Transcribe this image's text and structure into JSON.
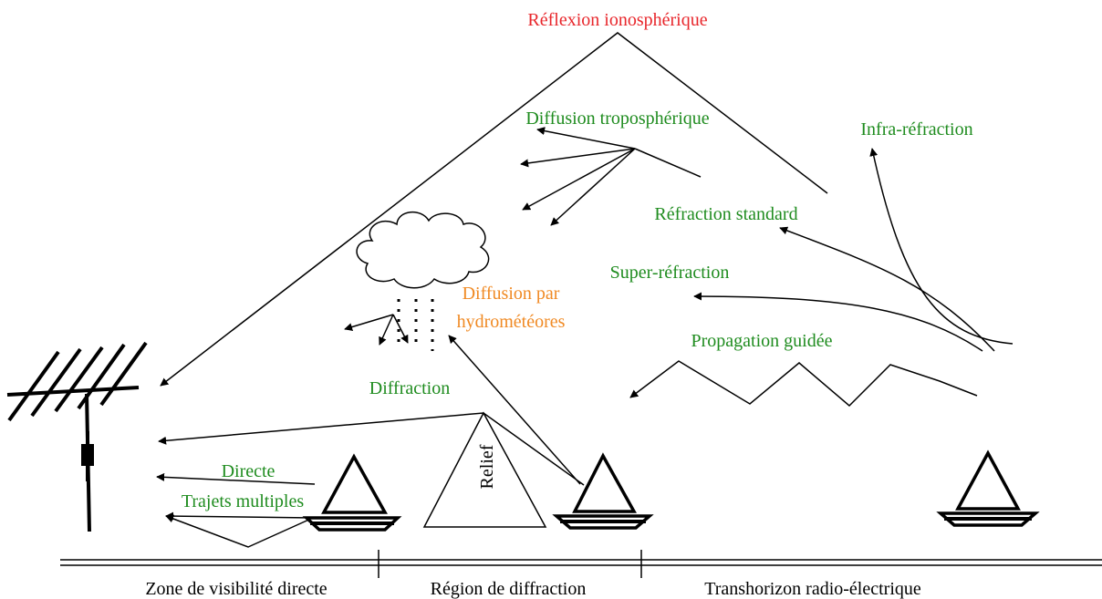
{
  "colors": {
    "ionospheric": "#e8262b",
    "green_label": "#1f8c1f",
    "orange_label": "#f08a24",
    "lines": "#000000"
  },
  "labels": {
    "ionospheric_reflection": "Réflexion ionosphérique",
    "tropospheric_scatter": "Diffusion troposphérique",
    "infra_refraction": "Infra-réfraction",
    "standard_refraction": "Réfraction standard",
    "super_refraction": "Super-réfraction",
    "hydrometeor_scatter_line1": "Diffusion par",
    "hydrometeor_scatter_line2": "hydrométéores",
    "ducting": "Propagation guidée",
    "diffraction": "Diffraction",
    "relief": "Relief",
    "direct": "Directe",
    "multipath": "Trajets multiples"
  },
  "zones": {
    "line_of_sight": "Zone de visibilité directe",
    "diffraction_region": "Région de diffraction",
    "transhorizon": "Transhorizon radio-électrique"
  },
  "icons": [
    "antenna-icon",
    "cloud-icon",
    "boat-icon"
  ]
}
